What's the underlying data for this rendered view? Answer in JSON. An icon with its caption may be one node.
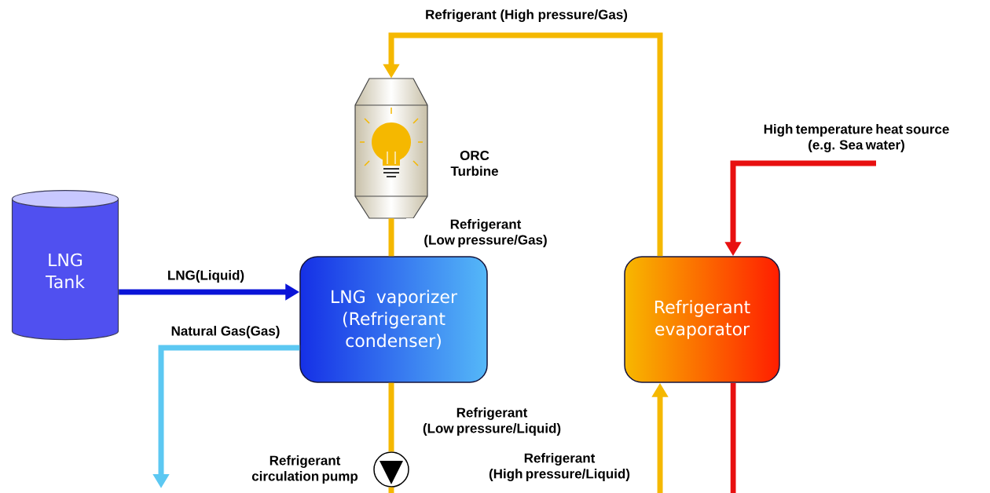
{
  "diagram": {
    "nodes": [
      {
        "text": [
          "LNG Tank"
        ]
      },
      {
        "text": [],
        "shape": "picture",
        "beside": [
          "ORC Turbine"
        ]
      },
      {
        "text": [
          "LNG vaporizer (Refrigerant condenser)"
        ]
      },
      {
        "text": [
          "Refrigerant evaporator"
        ]
      },
      {
        "text": [],
        "shape": "circle",
        "beside": [
          "Refrigerant circulation pump"
        ]
      }
    ],
    "edges": [
      {
        "from": 0,
        "to": 2,
        "arrow": "to",
        "label": "LNG(Liquid)",
        "color": "#0a14d8"
      },
      {
        "from": 2,
        "to": null,
        "arrow": "to",
        "label": "Natural Gas(Gas)",
        "color": "#5cc8f2"
      },
      {
        "from": 3,
        "to": 1,
        "arrow": "to",
        "label": "Refrigerant (High pressure/Gas)"
      },
      {
        "from": 1,
        "to": 2,
        "arrow": "none",
        "label": "Refrigerant (Low pressure/Gas)"
      },
      {
        "from": 2,
        "to": 4,
        "arrow": "none",
        "label": "Refrigerant (Low pressure/Liquid)"
      },
      {
        "from": 4,
        "to": null,
        "arrow": "none"
      },
      {
        "from": null,
        "to": 3,
        "arrow": "to",
        "label": "Refrigerant (High pressure/Liquid)"
      },
      {
        "from": null,
        "to": 3,
        "arrow": "to",
        "label": "High temperature heat source (e.g. Sea water)",
        "color": "#e81010"
      },
      {
        "from": 3,
        "to": null,
        "arrow": "none",
        "color": "#e81010"
      }
    ]
  }
}
